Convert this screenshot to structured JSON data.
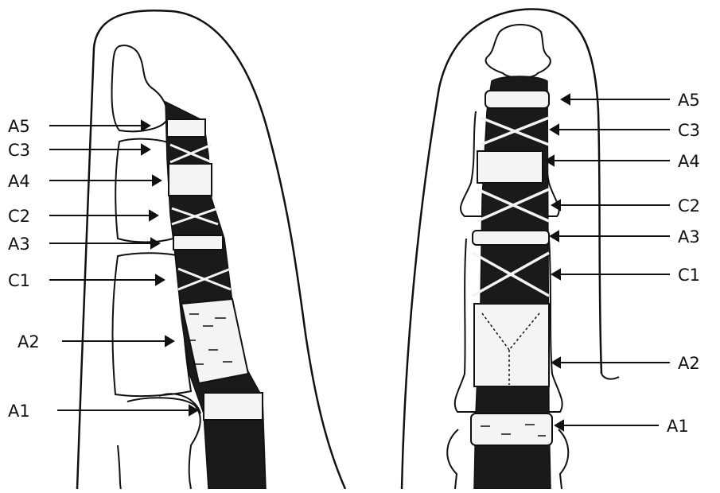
{
  "figure": {
    "ink_color": "#111111",
    "band_color": "#1a1a1a",
    "pulley_fill": "#f4f4f4",
    "background": "#ffffff"
  },
  "lateral_view": {
    "labels": [
      "A5",
      "C3",
      "A4",
      "C2",
      "A3",
      "C1",
      "A2",
      "A1"
    ]
  },
  "palmar_view": {
    "labels": [
      "A5",
      "C3",
      "A4",
      "C2",
      "A3",
      "C1",
      "A2",
      "A1"
    ]
  }
}
